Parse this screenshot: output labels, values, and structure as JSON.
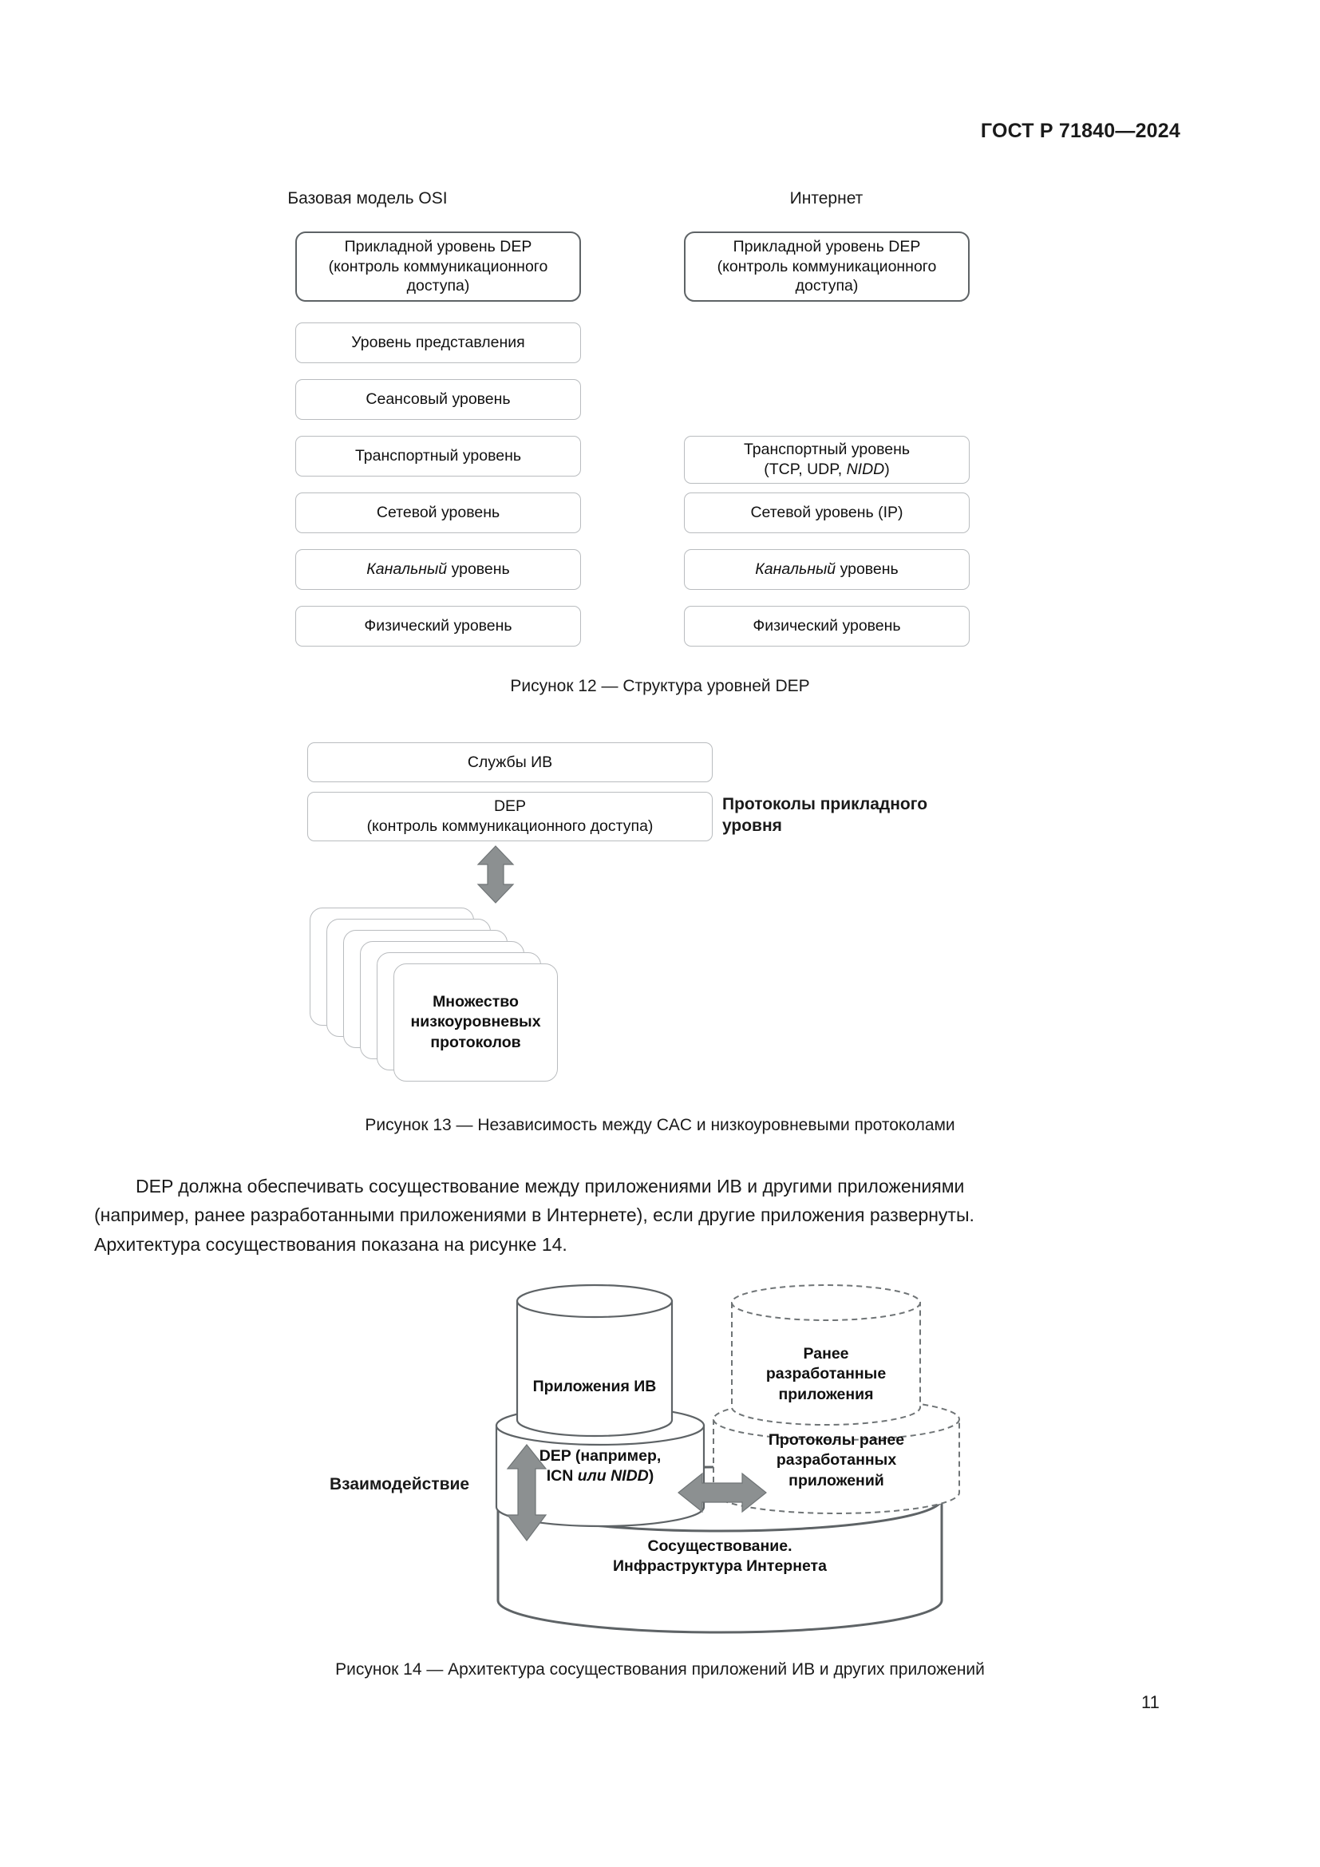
{
  "header": {
    "standard": "ГОСТ Р 71840—2024"
  },
  "page_number": "11",
  "figure12": {
    "columns": [
      {
        "title": "Базовая модель OSI"
      },
      {
        "title": "Интернет"
      }
    ],
    "osi_layers": [
      {
        "line1": "Прикладной уровень DEP",
        "line2": "(контроль коммуникационного",
        "line3": "доступа)"
      },
      {
        "label": "Уровень представления"
      },
      {
        "label": "Сеансовый уровень"
      },
      {
        "label": "Транспортный уровень"
      },
      {
        "label": "Сетевой уровень"
      },
      {
        "label_italic": "Канальный",
        "label_rest": " уровень"
      },
      {
        "label": "Физический уровень"
      }
    ],
    "internet_layers": [
      {
        "line1": "Прикладной уровень DEP",
        "line2": "(контроль коммуникационного",
        "line3": "доступа)"
      },
      {
        "line1": "Транспортный уровень",
        "line2a": "(TCP, UDP, ",
        "line2_italic": "NIDD",
        "line2b": ")"
      },
      {
        "label": "Сетевой уровень (IP)"
      },
      {
        "label_italic": "Канальный",
        "label_rest": " уровень"
      },
      {
        "label": "Физический уровень"
      }
    ],
    "caption": "Рисунок 12 — Структура уровней DEP"
  },
  "figure13": {
    "services_box": "Службы ИВ",
    "dep_box": {
      "line1": "DEP",
      "line2": "(контроль коммуникационного доступа)"
    },
    "side_label": {
      "line1": "Протоколы прикладного",
      "line2": "уровня"
    },
    "stack_card": {
      "line1": "Множество",
      "line2": "низкоуровневых",
      "line3": "протоколов"
    },
    "stack_count": 6,
    "caption": "Рисунок 13 — Независимость между CAC и низкоуровневыми протоколами"
  },
  "body_paragraph": {
    "line1": "DEP должна обеспечивать сосуществование между приложениями ИВ и другими приложениями",
    "line2": "(например, ранее разработанными приложениями в Интернете), если другие приложения развернуты.",
    "line3": "Архитектура сосуществования показана на рисунке 14."
  },
  "figure14": {
    "apps_cylinder": "Приложения ИВ",
    "dep_cylinder": {
      "line1": "DEP (например,",
      "line2a": "ICN ",
      "line2_italic": "или NIDD",
      "line2b": ")"
    },
    "legacy_apps_cylinder": {
      "line1": "Ранее",
      "line2": "разработанные",
      "line3": "приложения"
    },
    "legacy_protocols_cylinder": {
      "line1": "Протоколы ранее",
      "line2": "разработанных",
      "line3": "приложений"
    },
    "base_cylinder": {
      "line1": "Сосуществование.",
      "line2": "Инфраструктура Интернета"
    },
    "interaction_label": "Взаимодействие",
    "caption": "Рисунок 14 — Архитектура сосуществования приложений ИВ и других приложений"
  },
  "colors": {
    "arrow_gray": "#8c9091",
    "box_border": "#b9bcbf",
    "strong_border": "#5e6366",
    "text": "#1a1a1a"
  }
}
